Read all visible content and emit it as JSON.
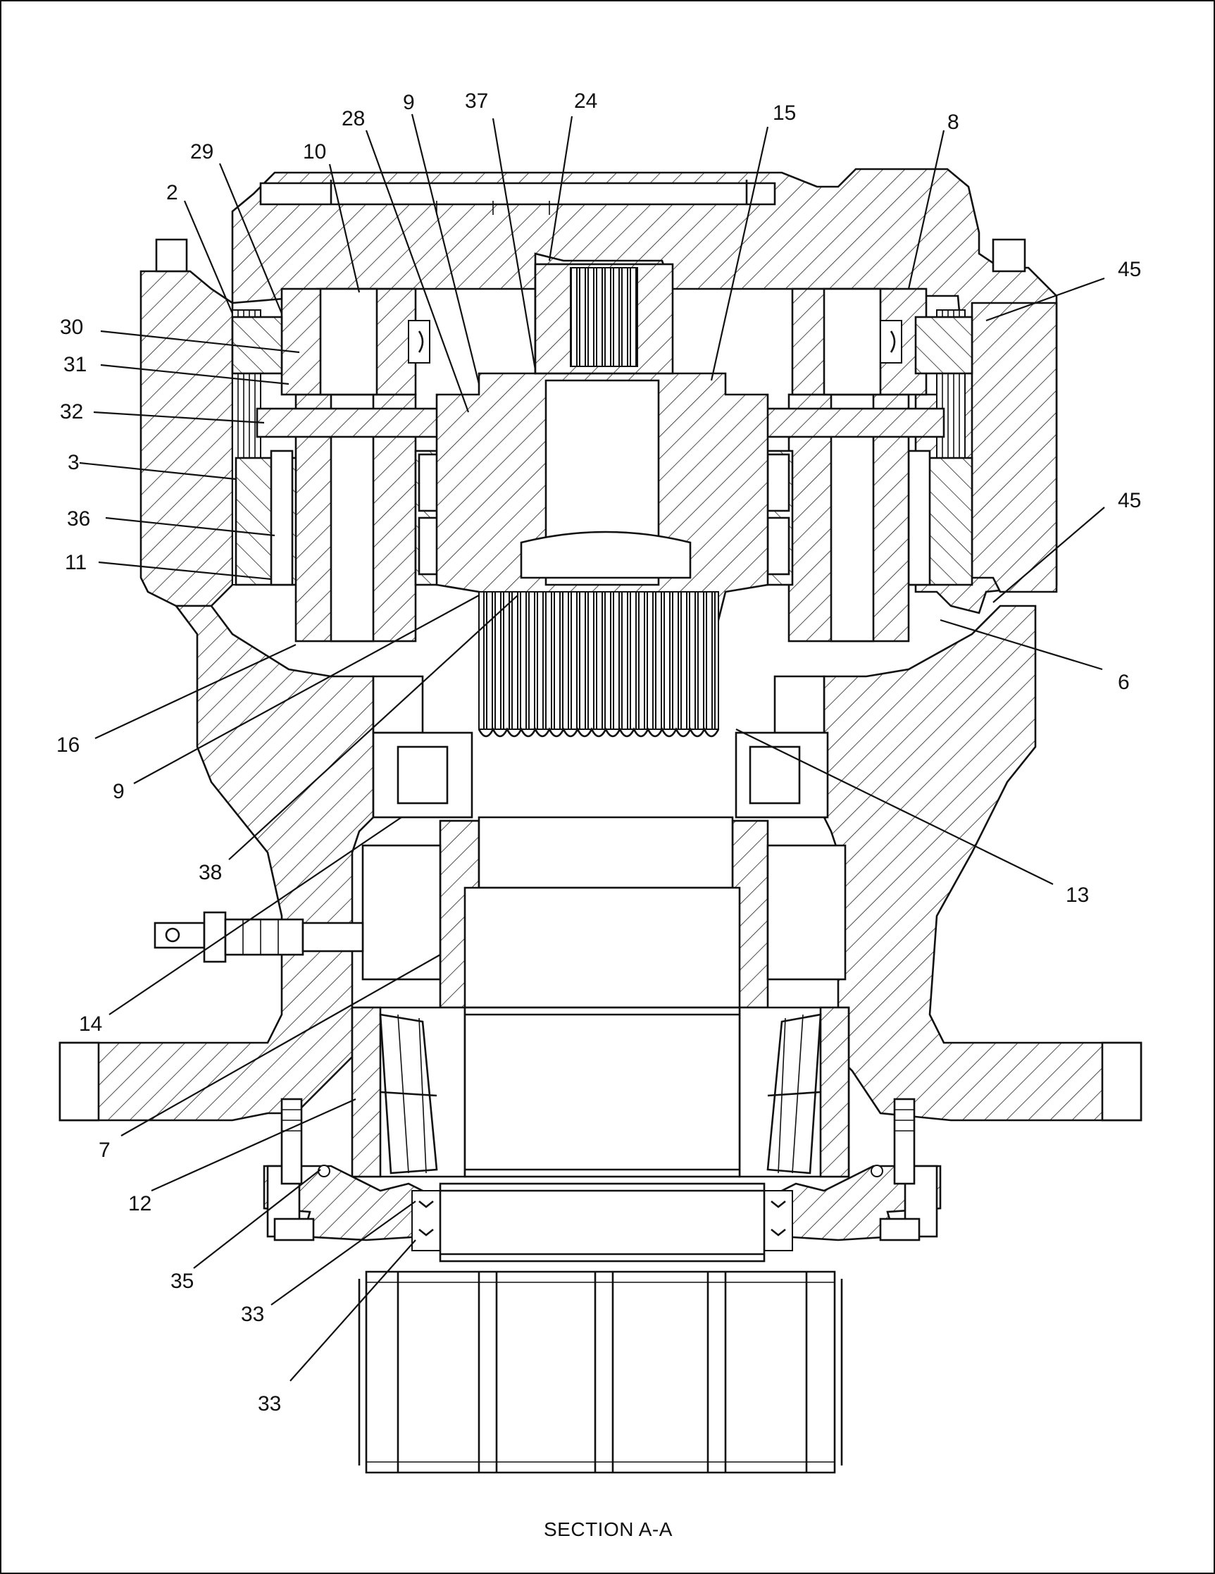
{
  "caption": "SECTION A-A",
  "callouts": {
    "c2": "2",
    "c29": "29",
    "c10": "10",
    "c28": "28",
    "c9a": "9",
    "c37": "37",
    "c24": "24",
    "c15": "15",
    "c8": "8",
    "c45a": "45",
    "c30": "30",
    "c31": "31",
    "c32": "32",
    "c3": "3",
    "c36": "36",
    "c11": "11",
    "c45b": "45",
    "c6": "6",
    "c16": "16",
    "c9b": "9",
    "c38": "38",
    "c13": "13",
    "c14": "14",
    "c7": "7",
    "c12": "12",
    "c35": "35",
    "c33a": "33",
    "c33b": "33"
  }
}
